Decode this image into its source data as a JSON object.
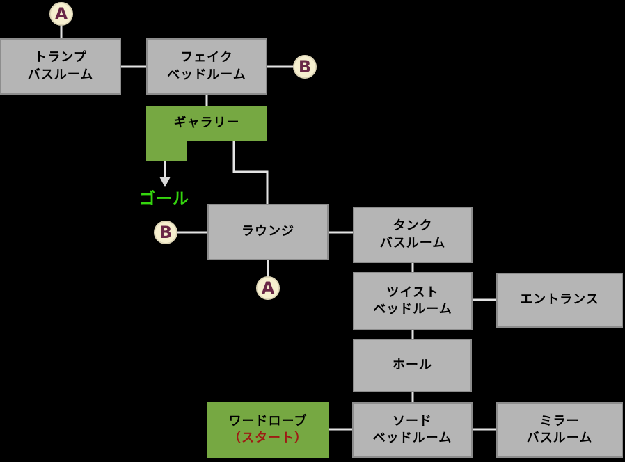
{
  "background": "#000000",
  "colors": {
    "room_fill": "#b5b5b5",
    "room_border": "#8d8d8d",
    "room_text": "#000000",
    "special_room_fill": "#76a842",
    "badge_fill": "#f6efcf",
    "badge_ring": "#dcd4b6",
    "badge_letter": "#6a2747",
    "connector_line": "#e3e3e3",
    "goal_text_color": "#35d60e",
    "start_text_color": "#9e1b14"
  },
  "rooms": {
    "trump_bathroom": {
      "line1": "トランプ",
      "line2": "バスルーム"
    },
    "fake_bedroom": {
      "line1": "フェイク",
      "line2": "ベッドルーム"
    },
    "gallery": {
      "line1": "ギャラリー"
    },
    "lounge": {
      "line1": "ラウンジ"
    },
    "tank_bathroom": {
      "line1": "タンク",
      "line2": "バスルーム"
    },
    "twist_bedroom": {
      "line1": "ツイスト",
      "line2": "ベッドルーム"
    },
    "entrance": {
      "line1": "エントランス"
    },
    "hall": {
      "line1": "ホール"
    },
    "sword_bedroom": {
      "line1": "ソード",
      "line2": "ベッドルーム"
    },
    "wardrobe_start": {
      "line1": "ワードローブ",
      "line2": "（スタート）"
    },
    "mirror_bathroom": {
      "line1": "ミラー",
      "line2": "バスルーム"
    }
  },
  "badges": {
    "top_a": "A",
    "fake_bedroom_b": "B",
    "lounge_b": "B",
    "lounge_a": "A"
  },
  "goal_label": "ゴール",
  "connections": [
    [
      "trump_bathroom",
      "fake_bedroom"
    ],
    [
      "fake_bedroom",
      "gallery"
    ],
    [
      "gallery",
      "lounge"
    ],
    [
      "gallery",
      "goal"
    ],
    [
      "lounge",
      "tank_bathroom"
    ],
    [
      "tank_bathroom",
      "twist_bedroom"
    ],
    [
      "twist_bedroom",
      "entrance"
    ],
    [
      "twist_bedroom",
      "hall"
    ],
    [
      "hall",
      "sword_bedroom"
    ],
    [
      "wardrobe_start",
      "sword_bedroom"
    ],
    [
      "sword_bedroom",
      "mirror_bathroom"
    ],
    [
      "badge_a_top",
      "trump_bathroom"
    ],
    [
      "badge_b",
      "fake_bedroom"
    ],
    [
      "badge_b",
      "lounge"
    ],
    [
      "badge_a",
      "lounge"
    ]
  ]
}
